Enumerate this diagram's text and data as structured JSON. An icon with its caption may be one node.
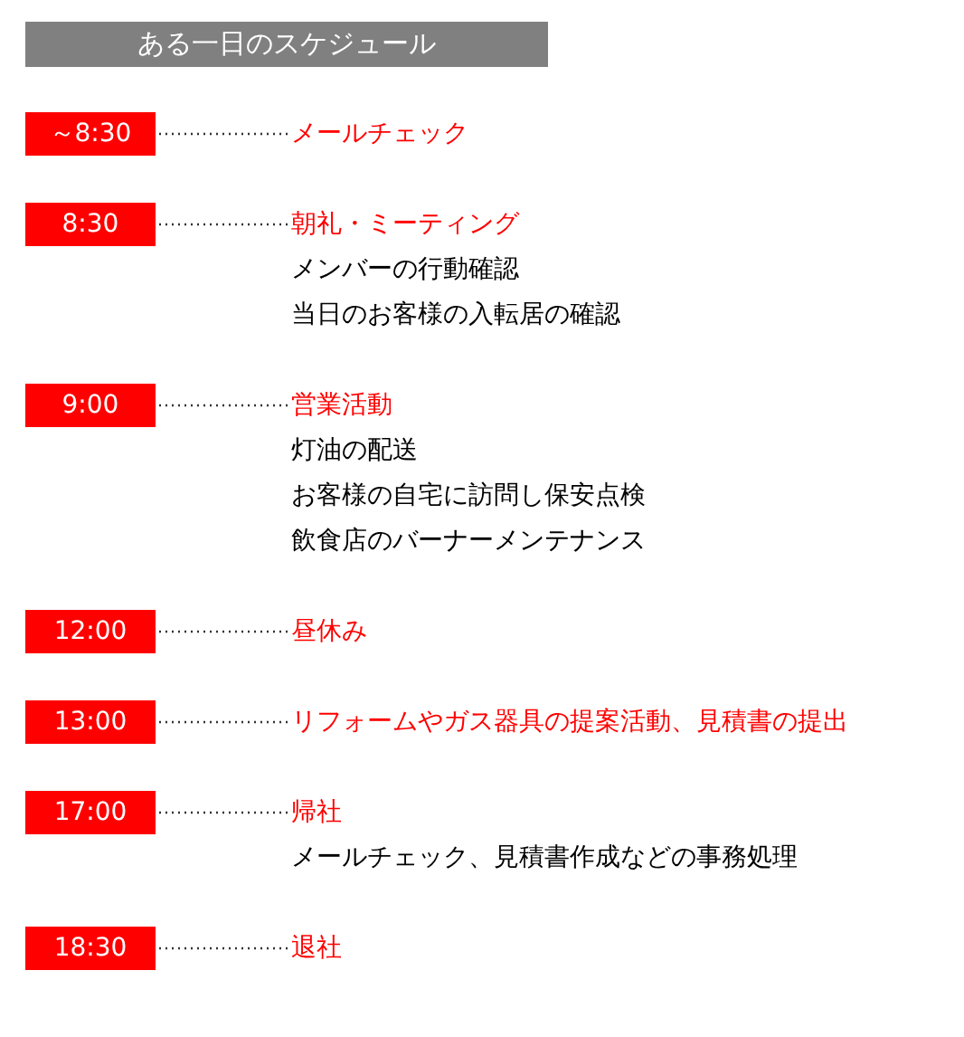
{
  "diagram": {
    "nodes": [
      {
        "text": [
          "ある一日のスケジュール"
        ]
      },
      {
        "text": [
          "～8:30"
        ]
      },
      {
        "text": [
          "メールチェック"
        ]
      },
      {
        "text": [
          "8:30"
        ]
      },
      {
        "text": [
          "朝礼・ミーティング",
          "メンバーの行動確認",
          "当日のお客様の入転居の確認"
        ]
      },
      {
        "text": [
          "9:00"
        ]
      },
      {
        "text": [
          "営業活動",
          "灯油の配送",
          "お客様の自宅に訪問し保安点検",
          "飲食店のバーナーメンテナンス"
        ]
      },
      {
        "text": [
          "12:00"
        ]
      },
      {
        "text": [
          "昼休み"
        ]
      },
      {
        "text": [
          "13:00"
        ]
      },
      {
        "text": [
          "リフォームやガス器具の提案活動、見積書の提出"
        ]
      },
      {
        "text": [
          "17:00"
        ]
      },
      {
        "text": [
          "帰社",
          "メールチェック、見積書作成などの事務処理"
        ]
      },
      {
        "text": [
          "18:30"
        ]
      },
      {
        "text": [
          "退社"
        ]
      }
    ],
    "edges": [
      {
        "from": 1,
        "to": 2,
        "arrow": "none"
      },
      {
        "from": 3,
        "to": 4,
        "arrow": "none"
      },
      {
        "from": 5,
        "to": 6,
        "arrow": "none"
      },
      {
        "from": 7,
        "to": 8,
        "arrow": "none"
      },
      {
        "from": 9,
        "to": 10,
        "arrow": "none"
      },
      {
        "from": 11,
        "to": 12,
        "arrow": "none"
      },
      {
        "from": 13,
        "to": 14,
        "arrow": "none"
      }
    ]
  }
}
